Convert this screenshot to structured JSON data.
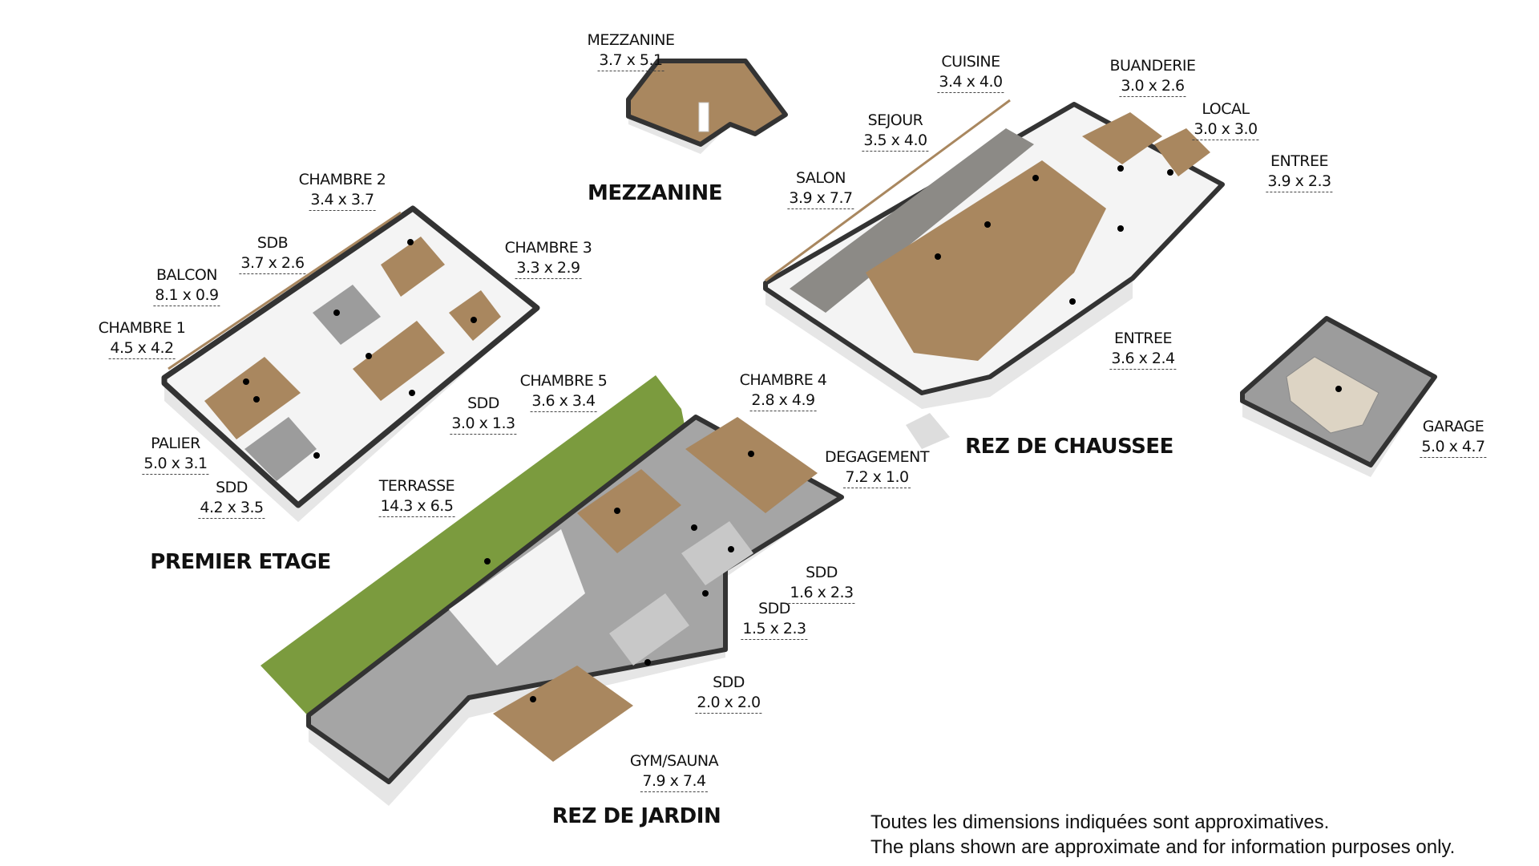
{
  "floors": {
    "mezzanine": "MEZZANINE",
    "premier_etage": "PREMIER ETAGE",
    "rez_de_chaussee": "REZ DE CHAUSSEE",
    "rez_de_jardin": "REZ DE JARDIN"
  },
  "rooms": [
    {
      "name": "MEZZANINE",
      "dims": "3.7 x 5.1"
    },
    {
      "name": "CUISINE",
      "dims": "3.4 x 4.0"
    },
    {
      "name": "BUANDERIE",
      "dims": "3.0 x 2.6"
    },
    {
      "name": "LOCAL",
      "dims": "3.0 x 3.0"
    },
    {
      "name": "SEJOUR",
      "dims": "3.5 x 4.0"
    },
    {
      "name": "ENTREE",
      "dims": "3.9 x 2.3"
    },
    {
      "name": "SALON",
      "dims": "3.9 x 7.7"
    },
    {
      "name": "CHAMBRE 2",
      "dims": "3.4 x 3.7"
    },
    {
      "name": "SDB",
      "dims": "3.7 x 2.6"
    },
    {
      "name": "CHAMBRE 3",
      "dims": "3.3 x 2.9"
    },
    {
      "name": "BALCON",
      "dims": "8.1 x 0.9"
    },
    {
      "name": "CHAMBRE 1",
      "dims": "4.5 x 4.2"
    },
    {
      "name": "ENTREE",
      "dims": "3.6 x 2.4"
    },
    {
      "name": "CHAMBRE 5",
      "dims": "3.6 x 3.4"
    },
    {
      "name": "CHAMBRE 4",
      "dims": "2.8 x 4.9"
    },
    {
      "name": "SDD",
      "dims": "3.0 x 1.3"
    },
    {
      "name": "GARAGE",
      "dims": "5.0 x 4.7"
    },
    {
      "name": "PALIER",
      "dims": "5.0 x 3.1"
    },
    {
      "name": "DEGAGEMENT",
      "dims": "7.2 x 1.0"
    },
    {
      "name": "TERRASSE",
      "dims": "14.3 x 6.5"
    },
    {
      "name": "SDD",
      "dims": "4.2 x 3.5"
    },
    {
      "name": "SDD",
      "dims": "1.6 x 2.3"
    },
    {
      "name": "SDD",
      "dims": "1.5 x 2.3"
    },
    {
      "name": "SDD",
      "dims": "2.0 x 2.0"
    },
    {
      "name": "GYM/SAUNA",
      "dims": "7.9 x 7.4"
    }
  ],
  "disclaimer": {
    "fr": "Toutes les dimensions indiquées sont approximatives.",
    "en": "The plans shown are approximate and for information purposes only."
  },
  "colors": {
    "wall": "#333333",
    "wood": "#a9875f",
    "tile": "#9c9c9c",
    "grass": "#7b9b3e",
    "side": "#e6e6e6"
  }
}
